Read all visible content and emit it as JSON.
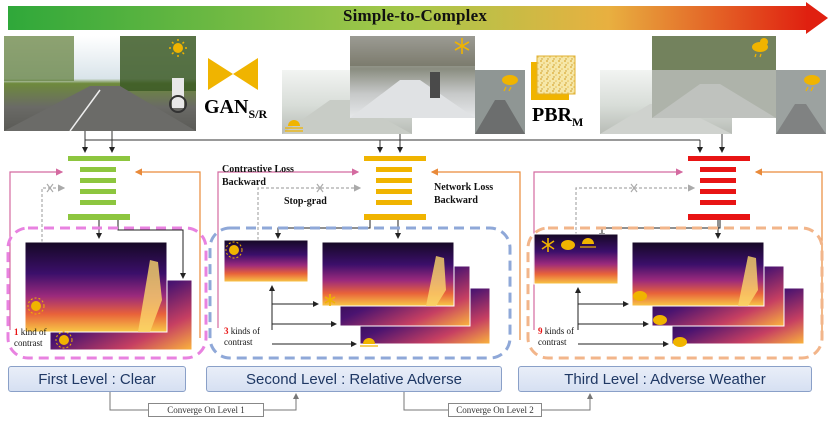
{
  "banner": {
    "title": "Simple-to-Complex"
  },
  "models": {
    "gan": {
      "name": "GAN",
      "sub": "S/R"
    },
    "pbr": {
      "name": "PBR",
      "sub": "M"
    }
  },
  "annotations": {
    "contrastive_loss": "Contrastive Loss",
    "contrastive_backward": "Backward",
    "network_loss": "Network Loss",
    "network_backward": "Backward",
    "stop_grad": "Stop-grad"
  },
  "levels": [
    {
      "title": "First Level : Clear",
      "count": "1",
      "count_text": " kind of",
      "contrast": "contrast"
    },
    {
      "title": "Second Level : Relative Adverse",
      "count": "3",
      "count_text": " kinds of",
      "contrast": "contrast"
    },
    {
      "title": "Third Level : Adverse Weather",
      "count": "9",
      "count_text": " kinds of",
      "contrast": "contrast"
    }
  ],
  "converge": [
    "Converge On Level 1",
    "Converge On Level 2"
  ],
  "colors": {
    "network_level1": "#8dc63f",
    "network_level2": "#f0b400",
    "network_level3": "#e81414",
    "dash_level1": "#e882e0",
    "dash_level2": "#8fa8d8",
    "dash_level3": "#f2b58a",
    "arrow_pink": "#d46aa0",
    "arrow_orange": "#e98a3a"
  },
  "icons": [
    "sun-icon",
    "snowflake-icon",
    "cloud-sun-icon",
    "cloud-rain-icon",
    "fog-sun-icon",
    "bowtie-icon",
    "noise-texture-icon"
  ]
}
